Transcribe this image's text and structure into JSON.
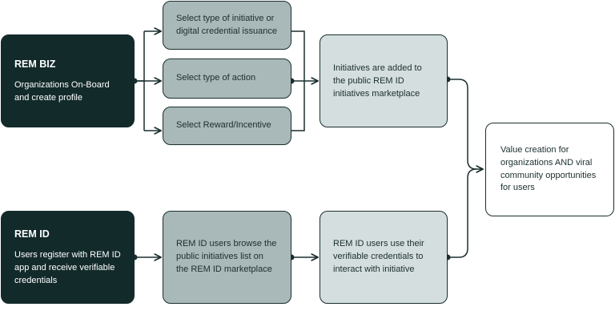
{
  "rem_biz": {
    "title": "REM BIZ",
    "description": "Organizations On-Board and create profile"
  },
  "steps": [
    "Select type of initiative or digital credential issuance",
    "Select type of action",
    "Select Reward/Incentive"
  ],
  "marketplace": "Initiatives are added to the public REM ID initiatives marketplace",
  "outcome": "Value creation for organizations AND viral community opportunities for users",
  "rem_id": {
    "title": "REM ID",
    "description": "Users register with REM ID app and receive verifiable credentials"
  },
  "browse": "REM ID users browse the public initiatives list on the REM ID marketplace",
  "use_credentials": "REM ID users use their verifiable credentials to interact with initiative",
  "colors": {
    "dark": "#132a2b",
    "mid": "#a9b8b8",
    "light": "#d5dede",
    "line": "#1b2e2e"
  }
}
